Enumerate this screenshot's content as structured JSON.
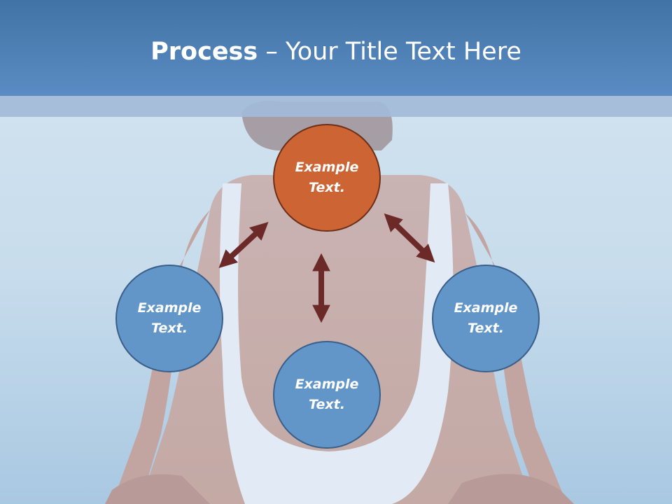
{
  "slide": {
    "title_bold": "Process",
    "title_rest": " – Your Title Text Here"
  },
  "nodes": {
    "top": "Example\nText.",
    "left": "Example\nText.",
    "right": "Example\nText.",
    "bottom": "Example\nText."
  },
  "colors": {
    "title_bar": "#4d80b8",
    "node_fill": "#6296c8",
    "node_border": "#3a5f8a",
    "center_fill": "#cd6433",
    "center_border": "#6e2f18",
    "arrow": "#6b2a27"
  }
}
